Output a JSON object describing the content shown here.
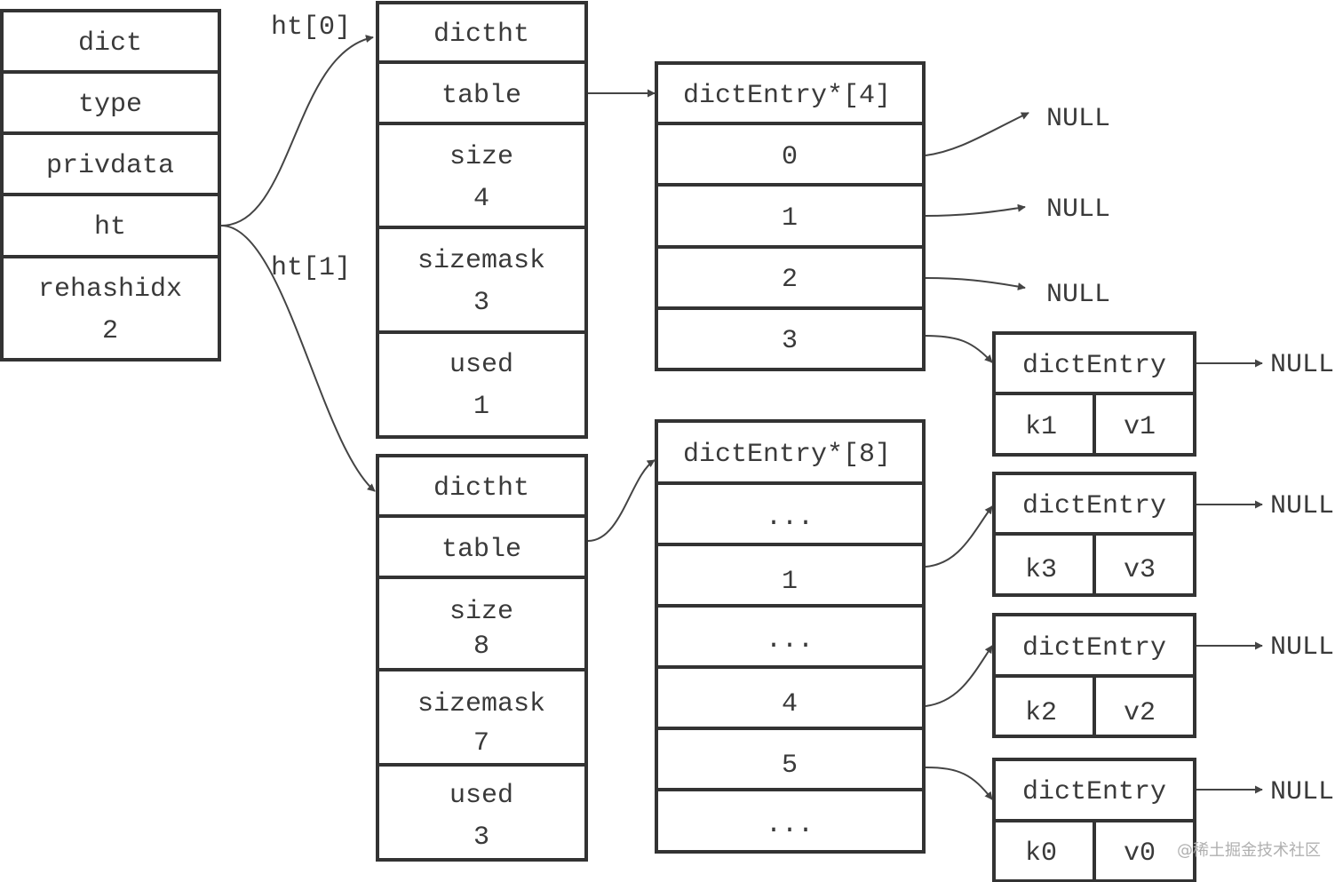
{
  "dict": {
    "fields": [
      "dict",
      "type",
      "privdata",
      "ht",
      "rehashidx"
    ],
    "rehashidx_value": "2"
  },
  "edge_labels": {
    "ht0": "ht[0]",
    "ht1": "ht[1]"
  },
  "ht0": {
    "title": "dictht",
    "table": "table",
    "size_label": "size",
    "size_value": "4",
    "sizemask_label": "sizemask",
    "sizemask_value": "3",
    "used_label": "used",
    "used_value": "1"
  },
  "ht1": {
    "title": "dictht",
    "table": "table",
    "size_label": "size",
    "size_value": "8",
    "sizemask_label": "sizemask",
    "sizemask_value": "7",
    "used_label": "used",
    "used_value": "3"
  },
  "array4": {
    "title": "dictEntry*[4]",
    "slots": [
      "0",
      "1",
      "2",
      "3"
    ]
  },
  "array8": {
    "title": "dictEntry*[8]",
    "slots": [
      "...",
      "1",
      "...",
      "4",
      "5",
      "..."
    ]
  },
  "null_label": "NULL",
  "entries": [
    {
      "title": "dictEntry",
      "key": "k1",
      "value": "v1"
    },
    {
      "title": "dictEntry",
      "key": "k3",
      "value": "v3"
    },
    {
      "title": "dictEntry",
      "key": "k2",
      "value": "v2"
    },
    {
      "title": "dictEntry",
      "key": "k0",
      "value": "v0"
    }
  ],
  "watermark": "@稀土掘金技术社区",
  "colors": {
    "stroke": "#333333",
    "text": "#3a3a3a",
    "background": "#ffffff"
  }
}
